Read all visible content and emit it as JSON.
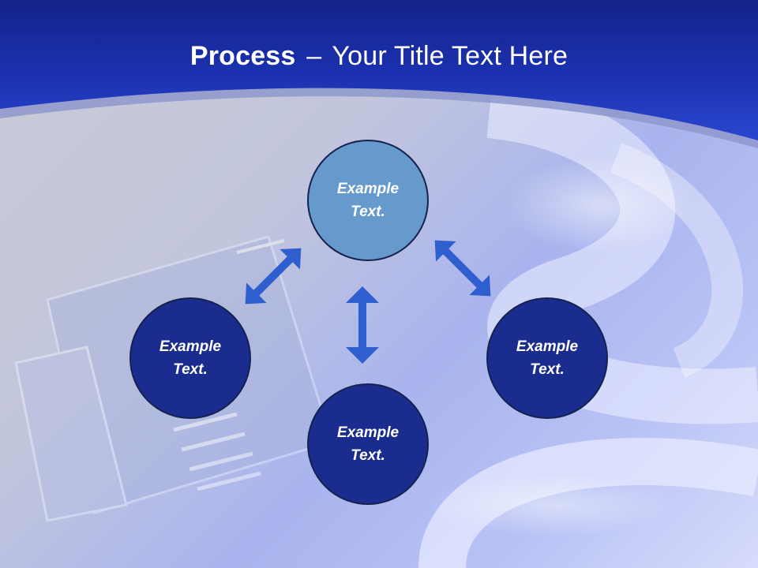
{
  "slide": {
    "title_bold": "Process",
    "title_separator": "–",
    "title_rest": "Your Title Text Here"
  },
  "diagram": {
    "nodes": [
      {
        "id": "top",
        "line1": "Example",
        "line2": "Text."
      },
      {
        "id": "left",
        "line1": "Example",
        "line2": "Text."
      },
      {
        "id": "right",
        "line1": "Example",
        "line2": "Text."
      },
      {
        "id": "bottom",
        "line1": "Example",
        "line2": "Text."
      }
    ]
  },
  "colors": {
    "header_blue": "#1a2fa6",
    "node_highlight": "#6699cc",
    "node_dark": "#1a2c8e",
    "arrow": "#2f5fcf"
  }
}
